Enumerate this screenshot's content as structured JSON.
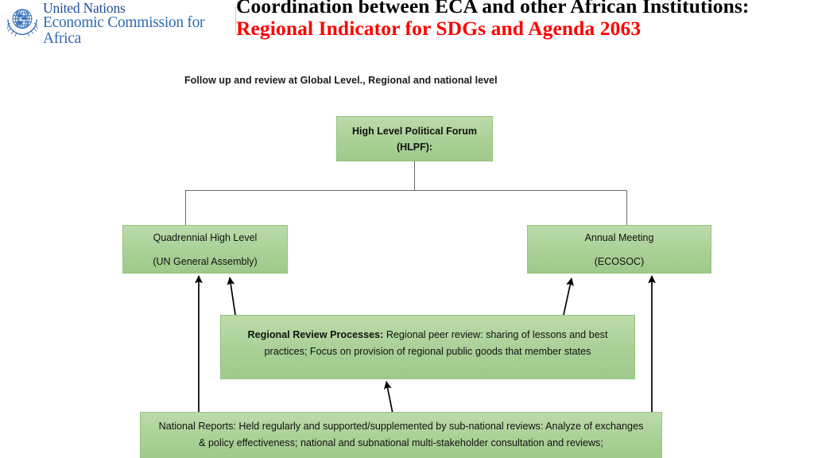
{
  "branding": {
    "emblem_icon": "un-emblem-icon",
    "line1": "United Nations",
    "line2": "Economic Commission for Africa"
  },
  "title": {
    "part_black_1": "Coordination  between ECA and  other African Institutions: ",
    "part_red": "Regional Indicator for SDGs and Agenda 2063"
  },
  "subtitle": "Follow up and review at Global Level., Regional and national level",
  "colors": {
    "title_accent": "#ff0000",
    "title_text": "#000000",
    "brand_blue": "#2a5d9e",
    "node_fill_top": "#bcdcab",
    "node_fill_bottom": "#9fca8b",
    "node_border": "#93c47d",
    "connector": "#6a6a6a",
    "arrow": "#000000"
  },
  "diagram": {
    "nodes": {
      "hlpf": {
        "line1": "High Level Political Forum",
        "line2": "(HLPF):"
      },
      "quadrennial": {
        "line1": "Quadrennial High Level",
        "line2": "(UN General Assembly)"
      },
      "annual": {
        "line1": "Annual Meeting",
        "line2": "(ECOSOC)"
      },
      "regional_review": {
        "label_bold": "Regional Review Processes:",
        "text_rest": " Regional peer review: sharing of lessons and best practices;  Focus on provision of  regional public goods that member states"
      },
      "national_reports": {
        "text": "National Reports: Held regularly and supported/supplemented by sub-national reviews: Analyze of exchanges & policy effectiveness; national and subnational multi-stakeholder consultation and reviews;"
      }
    }
  }
}
